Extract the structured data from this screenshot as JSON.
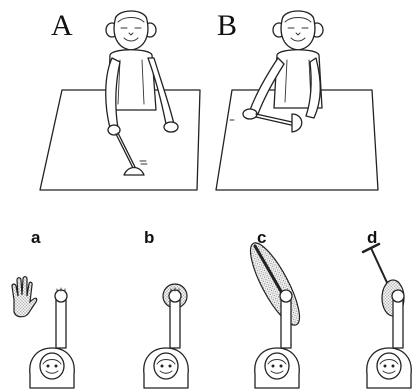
{
  "panels": {
    "A": {
      "label": "A"
    },
    "B": {
      "label": "B"
    }
  },
  "subpanels": [
    {
      "label": "a"
    },
    {
      "label": "b"
    },
    {
      "label": "c"
    },
    {
      "label": "d"
    }
  ],
  "colors": {
    "ink": "#222222",
    "background": "#ffffff",
    "stipple": "#555555"
  },
  "icons": {
    "monkey_A": "monkey-with-rake-icon",
    "monkey_B": "monkey-with-rake-icon",
    "hand_outline": "hand-icon",
    "monkey_topview": "monkey-top-view-icon"
  }
}
